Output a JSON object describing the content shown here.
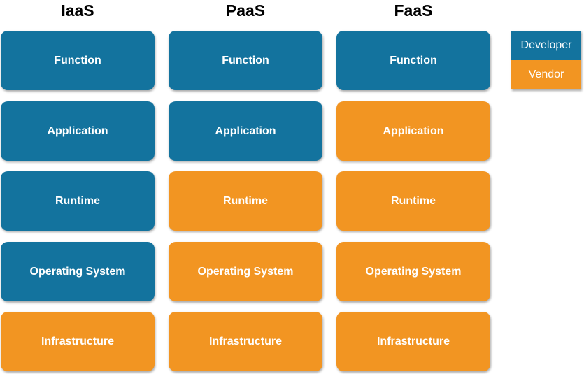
{
  "colors": {
    "developer": "#13739e",
    "vendor": "#f29522"
  },
  "legend": {
    "developer_label": "Developer",
    "vendor_label": "Vendor"
  },
  "columns": [
    {
      "title": "IaaS",
      "layers": [
        {
          "label": "Function",
          "owner": "developer"
        },
        {
          "label": "Application",
          "owner": "developer"
        },
        {
          "label": "Runtime",
          "owner": "developer"
        },
        {
          "label": "Operating System",
          "owner": "developer"
        },
        {
          "label": "Infrastructure",
          "owner": "vendor"
        }
      ]
    },
    {
      "title": "PaaS",
      "layers": [
        {
          "label": "Function",
          "owner": "developer"
        },
        {
          "label": "Application",
          "owner": "developer"
        },
        {
          "label": "Runtime",
          "owner": "vendor"
        },
        {
          "label": "Operating System",
          "owner": "vendor"
        },
        {
          "label": "Infrastructure",
          "owner": "vendor"
        }
      ]
    },
    {
      "title": "FaaS",
      "layers": [
        {
          "label": "Function",
          "owner": "developer"
        },
        {
          "label": "Application",
          "owner": "vendor"
        },
        {
          "label": "Runtime",
          "owner": "vendor"
        },
        {
          "label": "Operating System",
          "owner": "vendor"
        },
        {
          "label": "Infrastructure",
          "owner": "vendor"
        }
      ]
    }
  ]
}
